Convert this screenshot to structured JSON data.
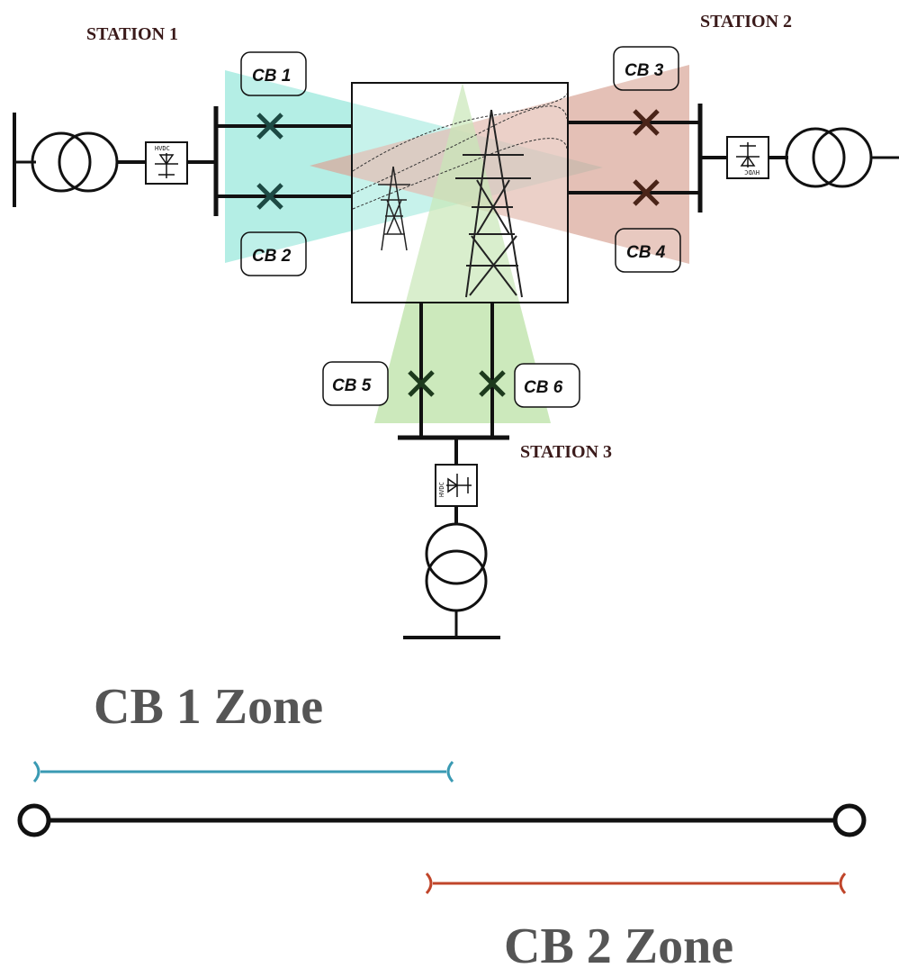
{
  "stations": {
    "s1": "STATION 1",
    "s2": "STATION 2",
    "s3": "STATION 3"
  },
  "breakers": {
    "cb1": "CB 1",
    "cb2": "CB 2",
    "cb3": "CB 3",
    "cb4": "CB 4",
    "cb5": "CB 5",
    "cb6": "CB 6"
  },
  "converter_label": "HVDC",
  "zones": {
    "zone1_label": "CB 1 Zone",
    "zone2_label": "CB 2 Zone"
  },
  "colors": {
    "zone1_fill": "#9be8dc",
    "zone2_fill": "#d9a89a",
    "zone3_fill": "#b7e0a0",
    "zone1_line": "#3a9ab3",
    "zone2_line": "#c0452a",
    "breaker_teal": "#1d4a44",
    "breaker_brown": "#4a2418",
    "breaker_green": "#1d3a1d",
    "zone_text": "#555555"
  },
  "icons": [
    "transformer-icon",
    "hvdc-converter-icon",
    "breaker-icon",
    "transmission-tower-icon"
  ]
}
